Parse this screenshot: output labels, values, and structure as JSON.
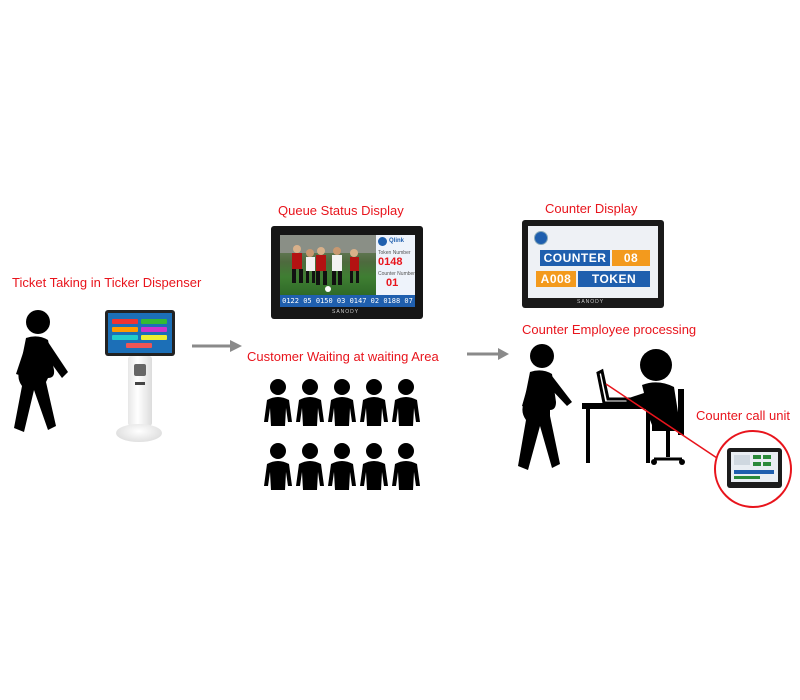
{
  "labels": {
    "ticket_taking": "Ticket Taking in Ticker Dispenser",
    "queue_status_display": "Queue Status Display",
    "customer_waiting": "Customer Waiting at waiting Area",
    "counter_display": "Counter Display",
    "counter_employee": "Counter Employee processing",
    "counter_call_unit": "Counter call unit"
  },
  "queue_display": {
    "logo_text": "Qlink",
    "token_label": "Token Number",
    "token_number": "0148",
    "counter_label": "Counter Number",
    "counter_number": "01",
    "brand": "SANODY",
    "strip": [
      "0122",
      "05",
      "0150",
      "03",
      "0147",
      "02",
      "0188",
      "07"
    ]
  },
  "counter_display": {
    "counter_label": "COUNTER",
    "counter_value": "08",
    "token_value": "A008",
    "token_label": "TOKEN",
    "brand": "SANODY"
  },
  "colors": {
    "label_red": "#e8141c",
    "accent_orange": "#f39a1d",
    "panel_blue": "#1f5fae",
    "arrow_gray": "#8a8a8a"
  }
}
